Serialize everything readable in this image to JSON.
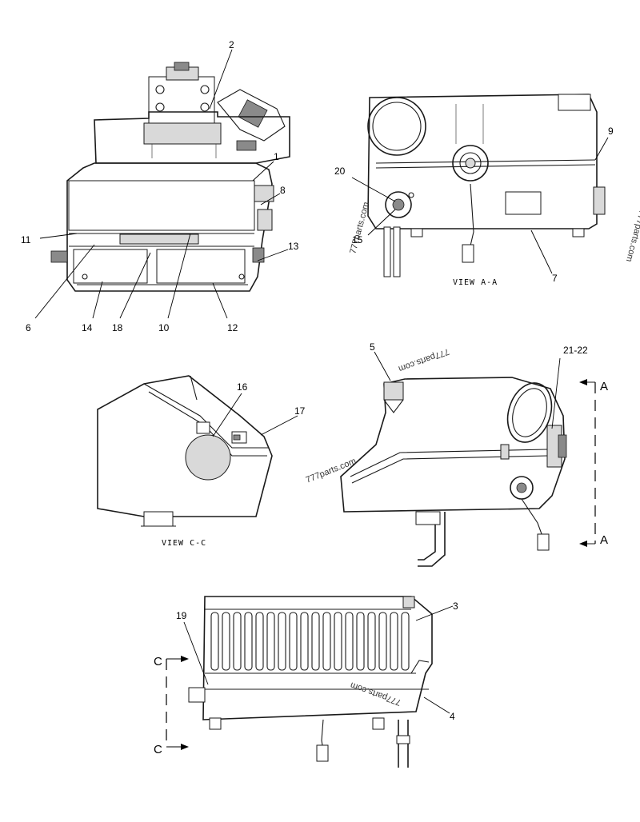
{
  "callouts": {
    "c1": "1",
    "c2": "2",
    "c3": "3",
    "c4": "4",
    "c5": "5",
    "c6": "6",
    "c7": "7",
    "c8": "8",
    "c9": "9",
    "c10": "10",
    "c11": "11",
    "c12": "12",
    "c13": "13",
    "c14": "14",
    "c15": "15",
    "c16": "16",
    "c17": "17",
    "c18": "18",
    "c19": "19",
    "c20": "20",
    "c21_22": "21-22"
  },
  "views": {
    "view_aa": "VIEW A-A",
    "view_cc": "VIEW C-C"
  },
  "section_markers": {
    "a_top": "A",
    "a_bottom": "A",
    "c_top": "C",
    "c_bottom": "C"
  },
  "watermarks": {
    "w1": "777parts.com",
    "w2": "777parts.com",
    "w3": "777parts.com",
    "w4": "777parts.com",
    "w5": "777parts.com"
  }
}
